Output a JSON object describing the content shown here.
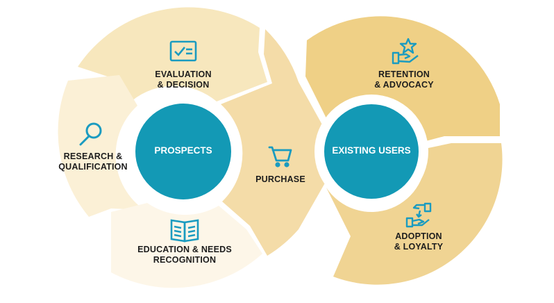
{
  "colors": {
    "hub_blue": "#1399b5",
    "icon_blue": "#1a9bc0",
    "left_cycle_segments": [
      "#f7e7bd",
      "#fbf0d6",
      "#fdf6e8",
      "#f4dca8"
    ],
    "right_cycle_segments": [
      "#efd086",
      "#f0d493"
    ]
  },
  "hubs": {
    "prospects": "PROSPECTS",
    "existing_users": "EXISTING USERS"
  },
  "stages": {
    "evaluation": {
      "line1": "EVALUATION",
      "line2": "& DECISION",
      "icon": "checklist-icon"
    },
    "research": {
      "line1": "RESEARCH &",
      "line2": "QUALIFICATION",
      "icon": "magnifier-icon"
    },
    "education": {
      "line1": "EDUCATION & NEEDS",
      "line2": "RECOGNITION",
      "icon": "open-book-icon"
    },
    "purchase": {
      "line1": "PURCHASE",
      "icon": "shopping-cart-icon"
    },
    "retention": {
      "line1": "RETENTION",
      "line2": "& ADVOCACY",
      "icon": "star-in-hand-icon"
    },
    "adoption": {
      "line1": "ADOPTION",
      "line2": "& LOYALTY",
      "icon": "handover-icon"
    }
  }
}
